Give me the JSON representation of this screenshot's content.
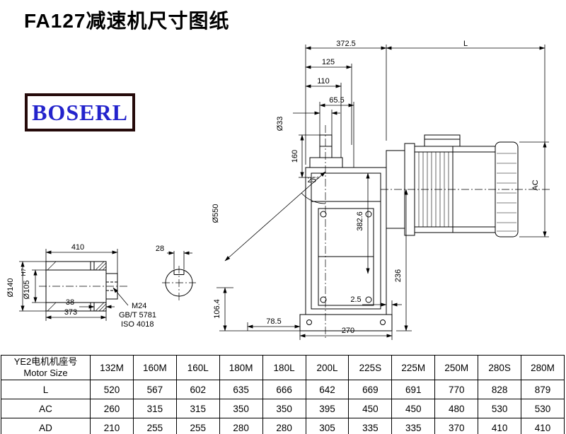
{
  "page": {
    "title": "FA127减速机尺寸图纸"
  },
  "logo": {
    "text": "BOSERL"
  },
  "drawing": {
    "dims": {
      "top_width": "372.5",
      "motor_length": "L",
      "d125": "125",
      "d110": "110",
      "d65_5": "65.5",
      "shaft_dia": "Ø33",
      "shaft_len": "160",
      "angle": "25°",
      "housing_dia": "Ø550",
      "d382_6": "382.6",
      "motor_height": "AC",
      "d236": "236",
      "d2_5": "2.5",
      "d78_5": "78.5",
      "d270": "270",
      "d106_4": "106.4",
      "d410": "410",
      "bore_outer_dia": "Ø140",
      "hollow_dia": "Ø105",
      "hollow_tol": "H7",
      "d38": "38",
      "d373": "373",
      "thread": "M24",
      "thread_std1": "GB/T 5781",
      "thread_std2": "ISO 4018",
      "key_width": "28"
    }
  },
  "table": {
    "corner": {
      "line1": "YE2电机机座号",
      "line2": "Motor Size"
    },
    "columns": [
      "132M",
      "160M",
      "160L",
      "180M",
      "180L",
      "200L",
      "225S",
      "225M",
      "250M",
      "280S",
      "280M"
    ],
    "rows": [
      {
        "label": "L",
        "values": [
          "520",
          "567",
          "602",
          "635",
          "666",
          "642",
          "669",
          "691",
          "770",
          "828",
          "879"
        ]
      },
      {
        "label": "AC",
        "values": [
          "260",
          "315",
          "315",
          "350",
          "350",
          "395",
          "450",
          "450",
          "480",
          "530",
          "530"
        ]
      },
      {
        "label": "AD",
        "values": [
          "210",
          "255",
          "255",
          "280",
          "280",
          "305",
          "335",
          "335",
          "370",
          "410",
          "410"
        ]
      }
    ]
  }
}
